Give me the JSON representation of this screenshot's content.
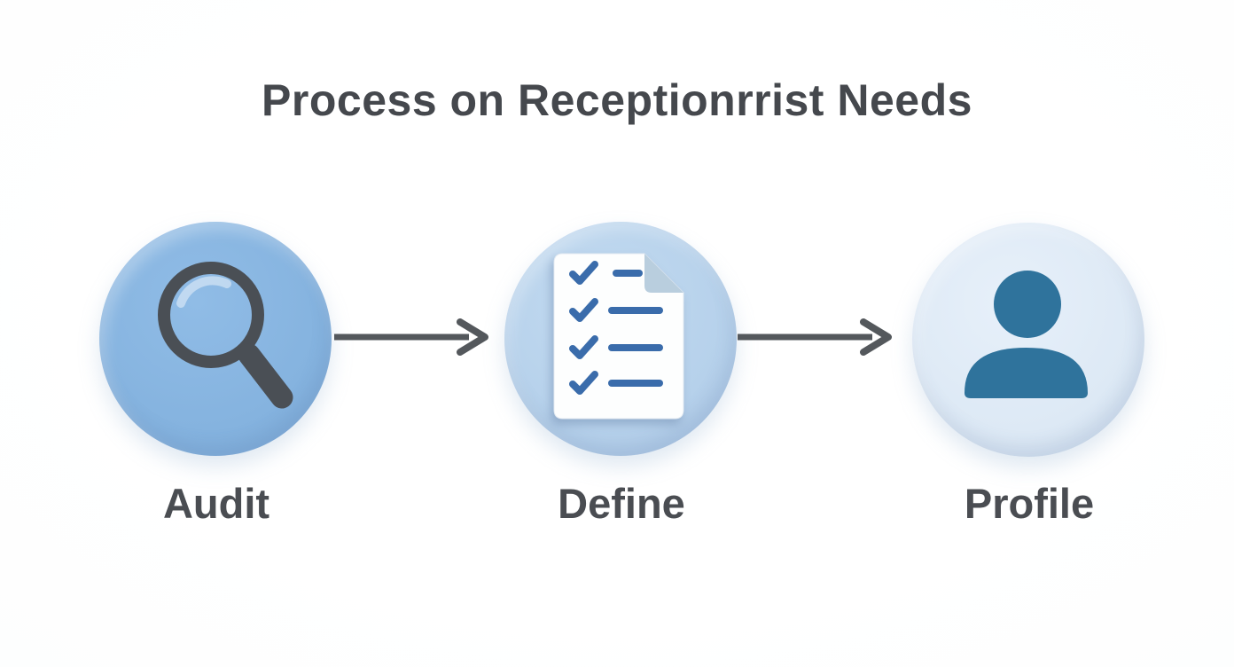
{
  "title": "Process on Receptionrrist Needs",
  "steps": [
    {
      "label": "Audit",
      "icon": "magnifier-search-icon"
    },
    {
      "label": "Define",
      "icon": "checklist-document-icon"
    },
    {
      "label": "Profile",
      "icon": "person-icon"
    }
  ],
  "connectors": [
    {
      "from": "Audit",
      "to": "Define",
      "type": "arrow-right"
    },
    {
      "from": "Define",
      "to": "Profile",
      "type": "arrow-right"
    }
  ],
  "colors": {
    "background": "#ffffff",
    "title_text": "#45484d",
    "label_text": "#4a4d52",
    "circle_audit": "#85b3df",
    "circle_define": "#b6d1eb",
    "circle_profile": "#dde9f5",
    "magnifier_glyph": "#4a4f55",
    "checklist_accent": "#3a6cab",
    "paper": "#fdfefe",
    "paper_fold": "#b9cede",
    "person_glyph": "#2f739c",
    "arrow": "#54585c"
  }
}
